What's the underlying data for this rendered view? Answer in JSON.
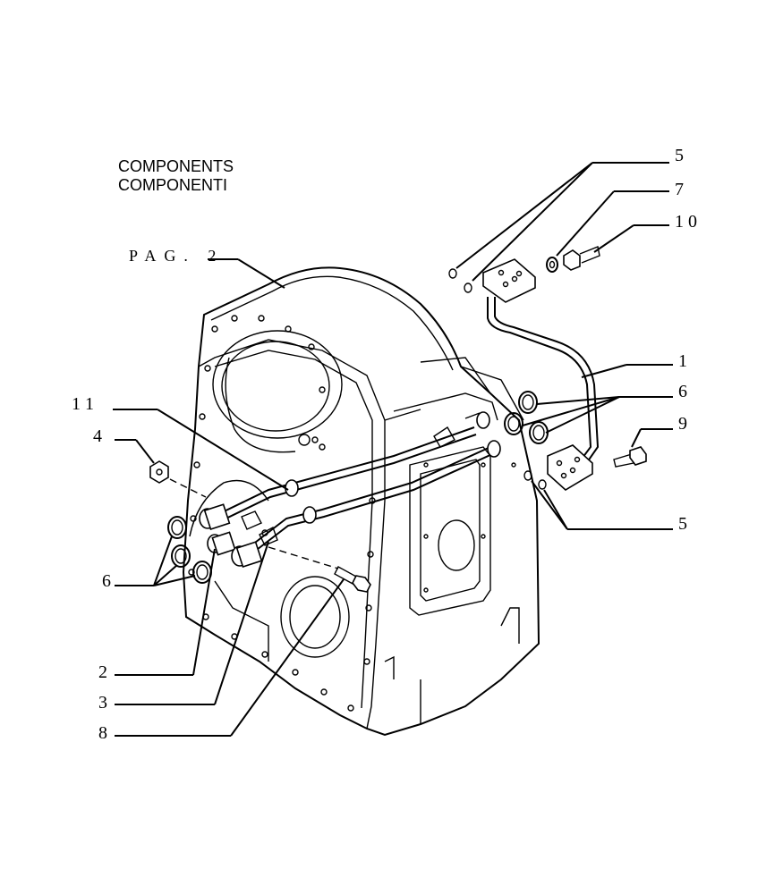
{
  "header": {
    "title_en": "COMPONENTS",
    "title_it": "COMPONENTI"
  },
  "reference": {
    "label": "PAG. 2"
  },
  "callouts": {
    "c1": "1",
    "c2": "2",
    "c3": "3",
    "c4": "4",
    "c5_top": "5",
    "c5_bottom": "5",
    "c6_right": "6",
    "c6_left": "6",
    "c7": "7",
    "c8": "8",
    "c9": "9",
    "c10": "1 0",
    "c11": "1 1"
  }
}
